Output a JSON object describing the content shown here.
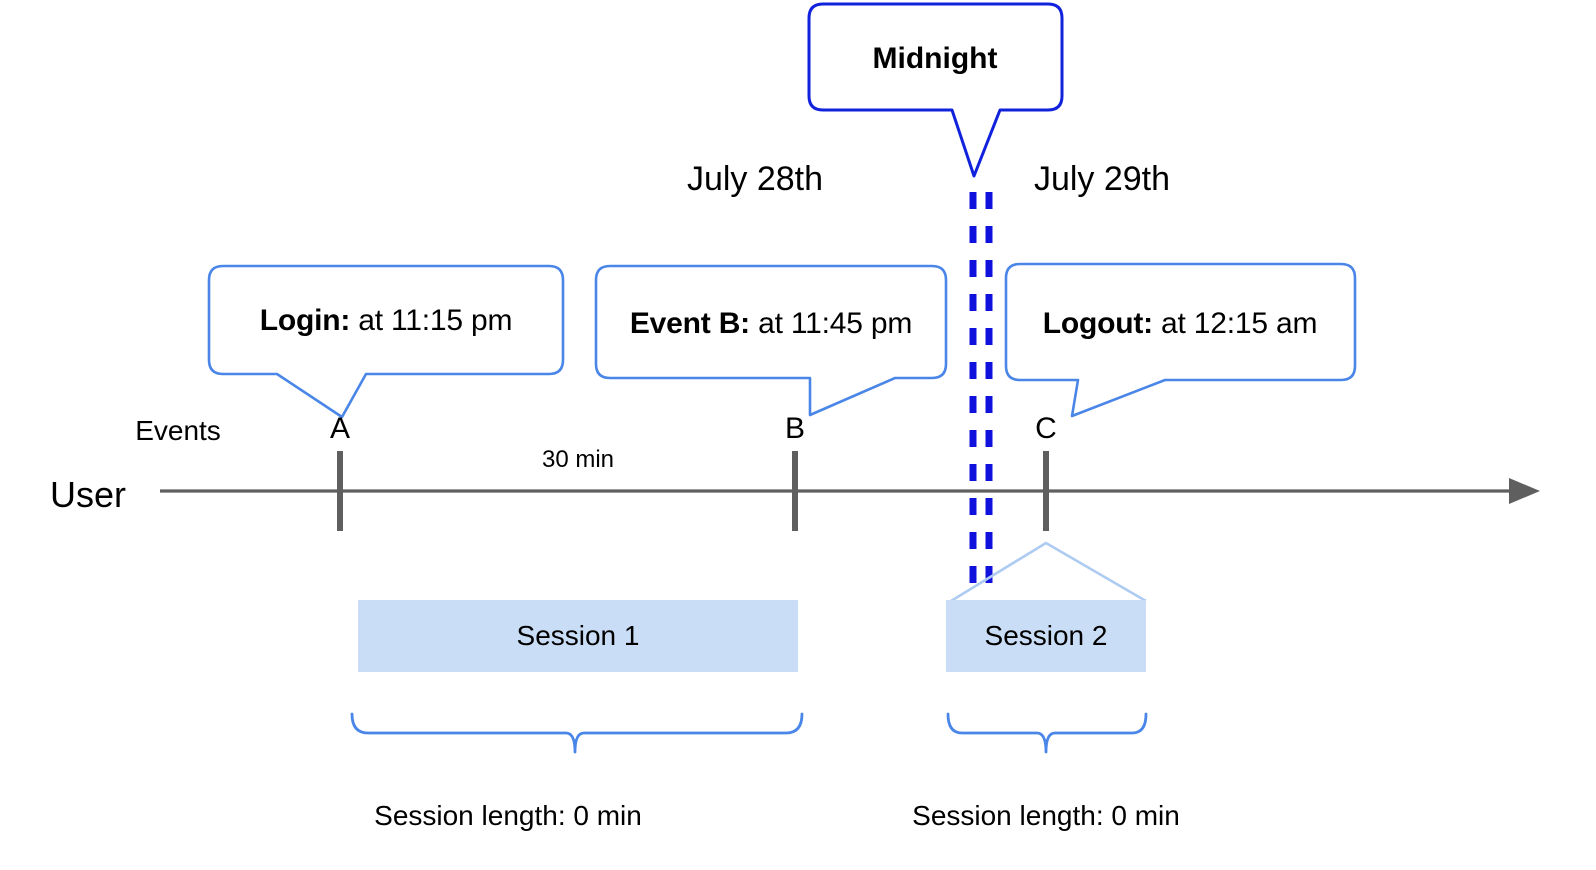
{
  "diagram": {
    "title_callout": {
      "label": "Midnight",
      "color": "#1122dd"
    },
    "dates": [
      {
        "label": "July 28th"
      },
      {
        "label": "July 29th"
      }
    ],
    "callouts": [
      {
        "id": "login",
        "bold": "Login:",
        "rest": " at 11:15 pm",
        "marker": "A"
      },
      {
        "id": "event-b",
        "bold": "Event B:",
        "rest": " at 11:45 pm",
        "marker": "B"
      },
      {
        "id": "logout",
        "bold": "Logout:",
        "rest": " at 12:15 am",
        "marker": "C"
      }
    ],
    "axis": {
      "row_label": "User",
      "events_label": "Events",
      "markers": [
        "A",
        "B",
        "C"
      ],
      "duration_label": "30 min"
    },
    "sessions": [
      {
        "label": "Session 1",
        "length_label": "Session length: 0 min"
      },
      {
        "label": "Session 2",
        "length_label": "Session length: 0 min"
      }
    ],
    "colors": {
      "callout_border": "#4a86e8",
      "midnight_border": "#1122dd",
      "dashed_line": "#1111dd",
      "session_fill": "#c9ddf6",
      "session_edge": "#aecbf2",
      "axis": "#5f5f5f",
      "brace": "#4a86e8"
    }
  }
}
